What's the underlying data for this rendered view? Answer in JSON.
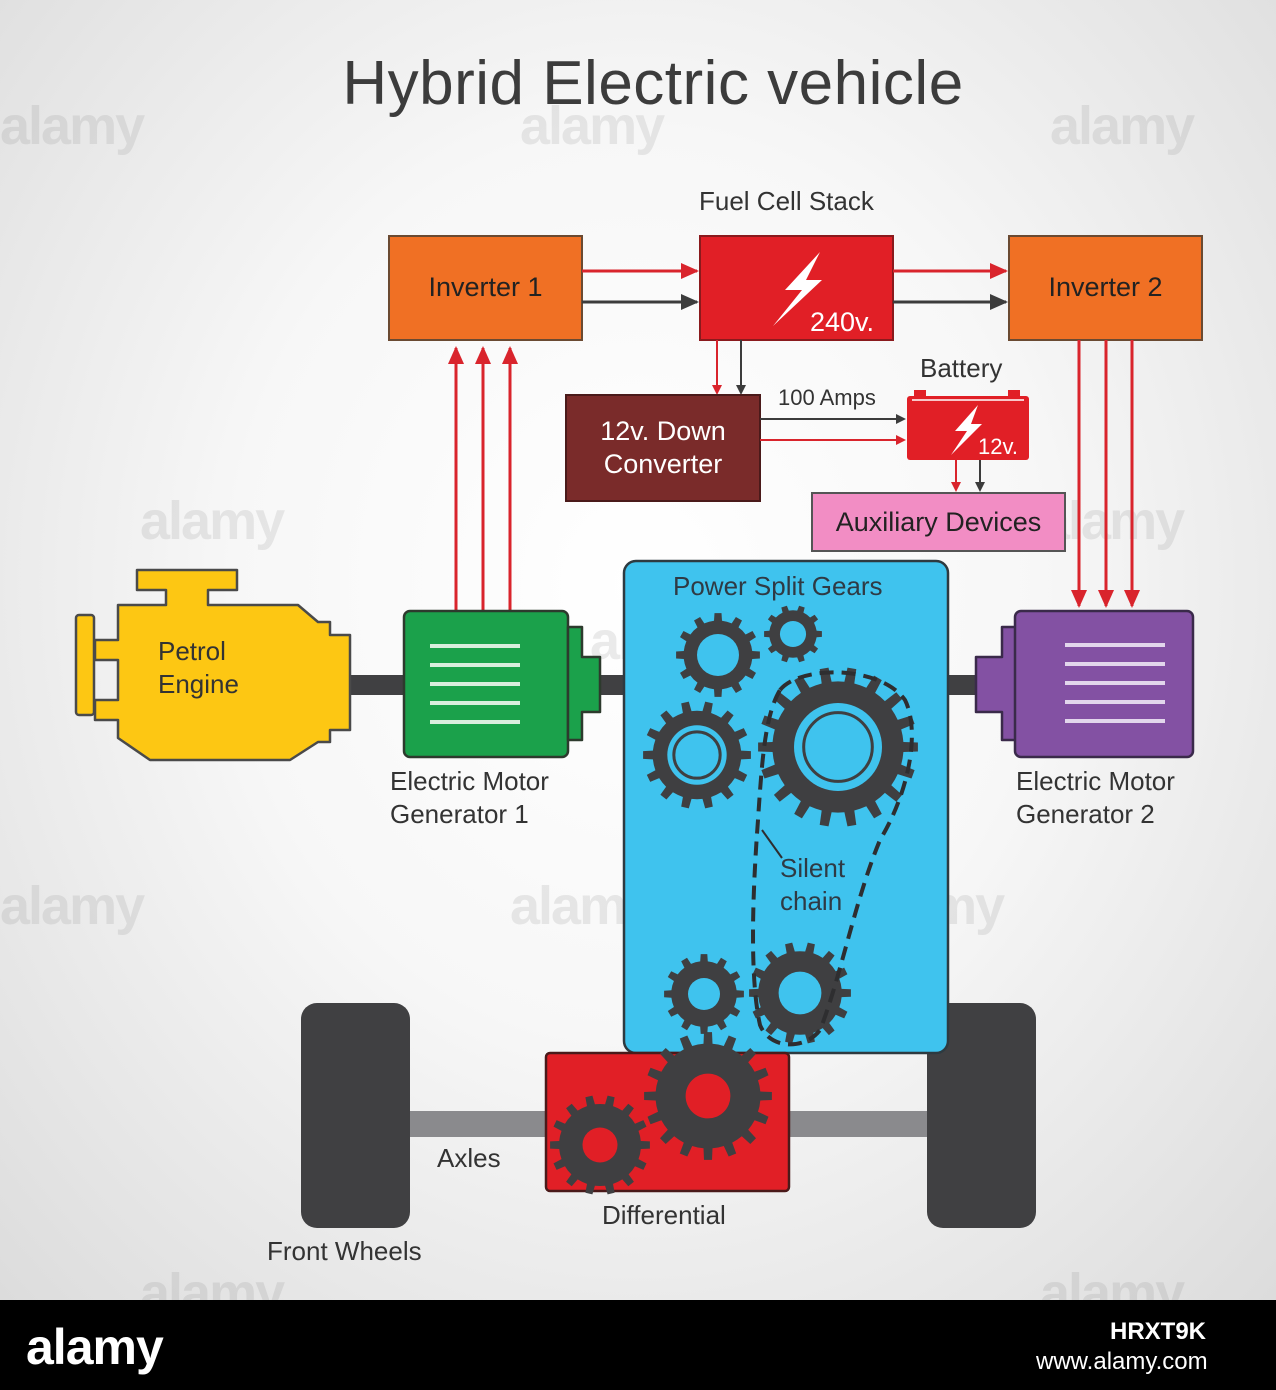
{
  "title": "Hybrid Electric vehicle",
  "components": {
    "inverter1": "Inverter 1",
    "inverter2": "Inverter 2",
    "fuel_cell_label": "Fuel Cell Stack",
    "fuel_cell_voltage": "240v.",
    "battery_label": "Battery",
    "battery_voltage": "12v.",
    "amps_label": "100 Amps",
    "down_converter_line1": "12v. Down",
    "down_converter_line2": "Converter",
    "auxiliary": "Auxiliary Devices",
    "power_split": "Power Split Gears",
    "petrol_line1": "Petrol",
    "petrol_line2": "Engine",
    "motor1_line1": "Electric Motor",
    "motor1_line2": "Generator 1",
    "motor2_line1": "Electric Motor",
    "motor2_line2": "Generator 2",
    "silent_line1": "Silent",
    "silent_line2": "chain",
    "axles": "Axles",
    "differential": "Differential",
    "front_wheels": "Front Wheels"
  },
  "colors": {
    "inverter": "#f07024",
    "fuel_cell": "#e11f26",
    "battery": "#e11f26",
    "down_converter": "#7a2b2a",
    "auxiliary": "#f28dc4",
    "power_split": "#3fc3ee",
    "petrol_engine": "#fdc713",
    "motor1": "#1ba14b",
    "motor2": "#8351a3",
    "differential": "#e11f26",
    "gear": "#3f3f41",
    "wire_red": "#d9242c",
    "wire_dark": "#3c3c3c"
  },
  "watermark": {
    "text": "alamy",
    "image_id": "HRXT9K",
    "url": "www.alamy.com"
  }
}
